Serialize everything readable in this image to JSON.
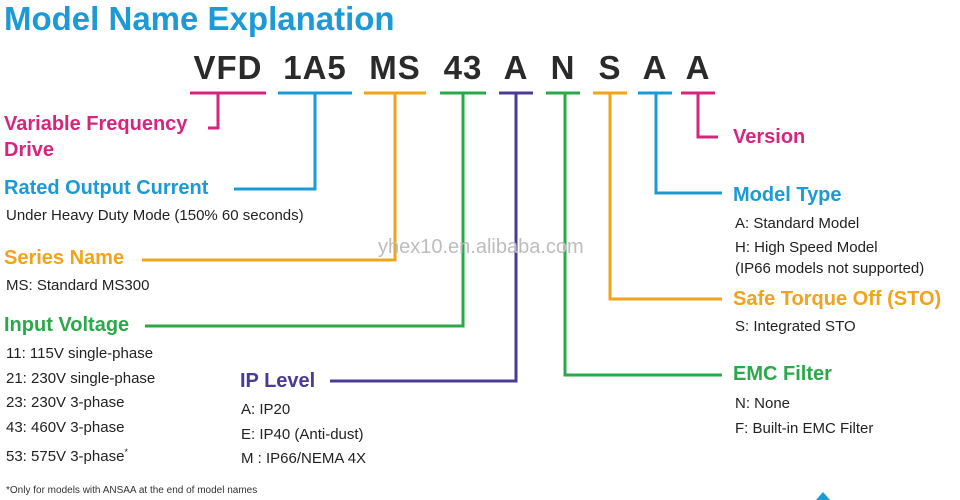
{
  "title": "Model Name Explanation",
  "code_parts": [
    {
      "text": "VFD",
      "color": "#d6257d"
    },
    {
      "text": "1A5",
      "color": "#1b9ad6"
    },
    {
      "text": "MS",
      "color": "#f0a31b"
    },
    {
      "text": "43",
      "color": "#2aa84a"
    },
    {
      "text": "A",
      "color": "#4b3a96"
    },
    {
      "text": "N",
      "color": "#2aa84a"
    },
    {
      "text": "S",
      "color": "#f0a31b"
    },
    {
      "text": "A",
      "color": "#1b9ad6"
    },
    {
      "text": "A",
      "color": "#d6257d"
    }
  ],
  "sections": {
    "vfd": {
      "heading_line1": "Variable Frequency",
      "heading_line2": "Drive"
    },
    "current": {
      "heading": "Rated Output Current",
      "desc": [
        "Under Heavy Duty Mode (150% 60 seconds)"
      ]
    },
    "series": {
      "heading": "Series Name",
      "desc": [
        "MS: Standard MS300"
      ]
    },
    "voltage": {
      "heading": "Input Voltage",
      "desc": [
        "11: 115V single-phase",
        "21: 230V single-phase",
        "23: 230V 3-phase",
        "43: 460V 3-phase",
        "53: 575V 3-phase"
      ],
      "footnote_mark": "*"
    },
    "ip": {
      "heading": "IP Level",
      "desc": [
        "A: IP20",
        "E: IP40 (Anti-dust)",
        "M : IP66/NEMA 4X"
      ]
    },
    "emc": {
      "heading": "EMC Filter",
      "desc": [
        "N: None",
        "F: Built-in EMC Filter"
      ]
    },
    "sto": {
      "heading": "Safe Torque Off (STO)",
      "desc": [
        "S: Integrated STO"
      ]
    },
    "model_type": {
      "heading": "Model Type",
      "desc": [
        "A: Standard Model",
        "H: High Speed Model",
        "(IP66 models not supported)"
      ]
    },
    "version": {
      "heading": "Version"
    }
  },
  "footnote": "*Only for models with ANSAA at the end of model names",
  "watermark": "yhex10.en.alibaba.com"
}
